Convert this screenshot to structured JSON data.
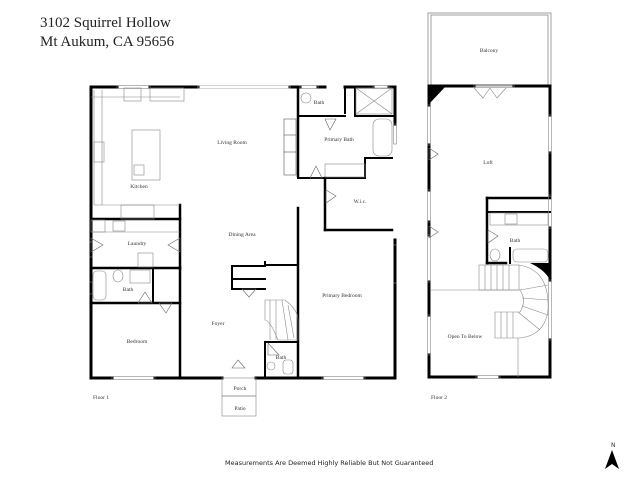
{
  "header": {
    "address_line1": "3102 Squirrel Hollow",
    "address_line2": "Mt Aukum, CA  95656"
  },
  "floor1": {
    "label": "Floor 1",
    "rooms": {
      "kitchen": "Kitchen",
      "living_room": "Living Room",
      "bath_primary_wc": "Bath",
      "primary_bath": "Primary Bath",
      "wic": "W.i.c.",
      "laundry": "Laundry",
      "dining_area": "Dining Area",
      "bath_hall": "Bath",
      "bedroom": "Bedroom",
      "foyer": "Foyer",
      "bath_foyer": "Bath",
      "primary_bedroom": "Primary Bedroom",
      "porch": "Porch",
      "patio": "Patio"
    }
  },
  "floor2": {
    "label": "Floor 2",
    "rooms": {
      "balcony": "Balcony",
      "loft": "Loft",
      "bath": "Bath",
      "open_to_below": "Open To Below"
    }
  },
  "footer": {
    "disclaimer": "Measurements Are Deemed Highly Reliable But Not Guaranteed",
    "north_label": "N"
  },
  "colors": {
    "wall": "#000000",
    "fixture_line": "#888888",
    "background": "#ffffff"
  }
}
